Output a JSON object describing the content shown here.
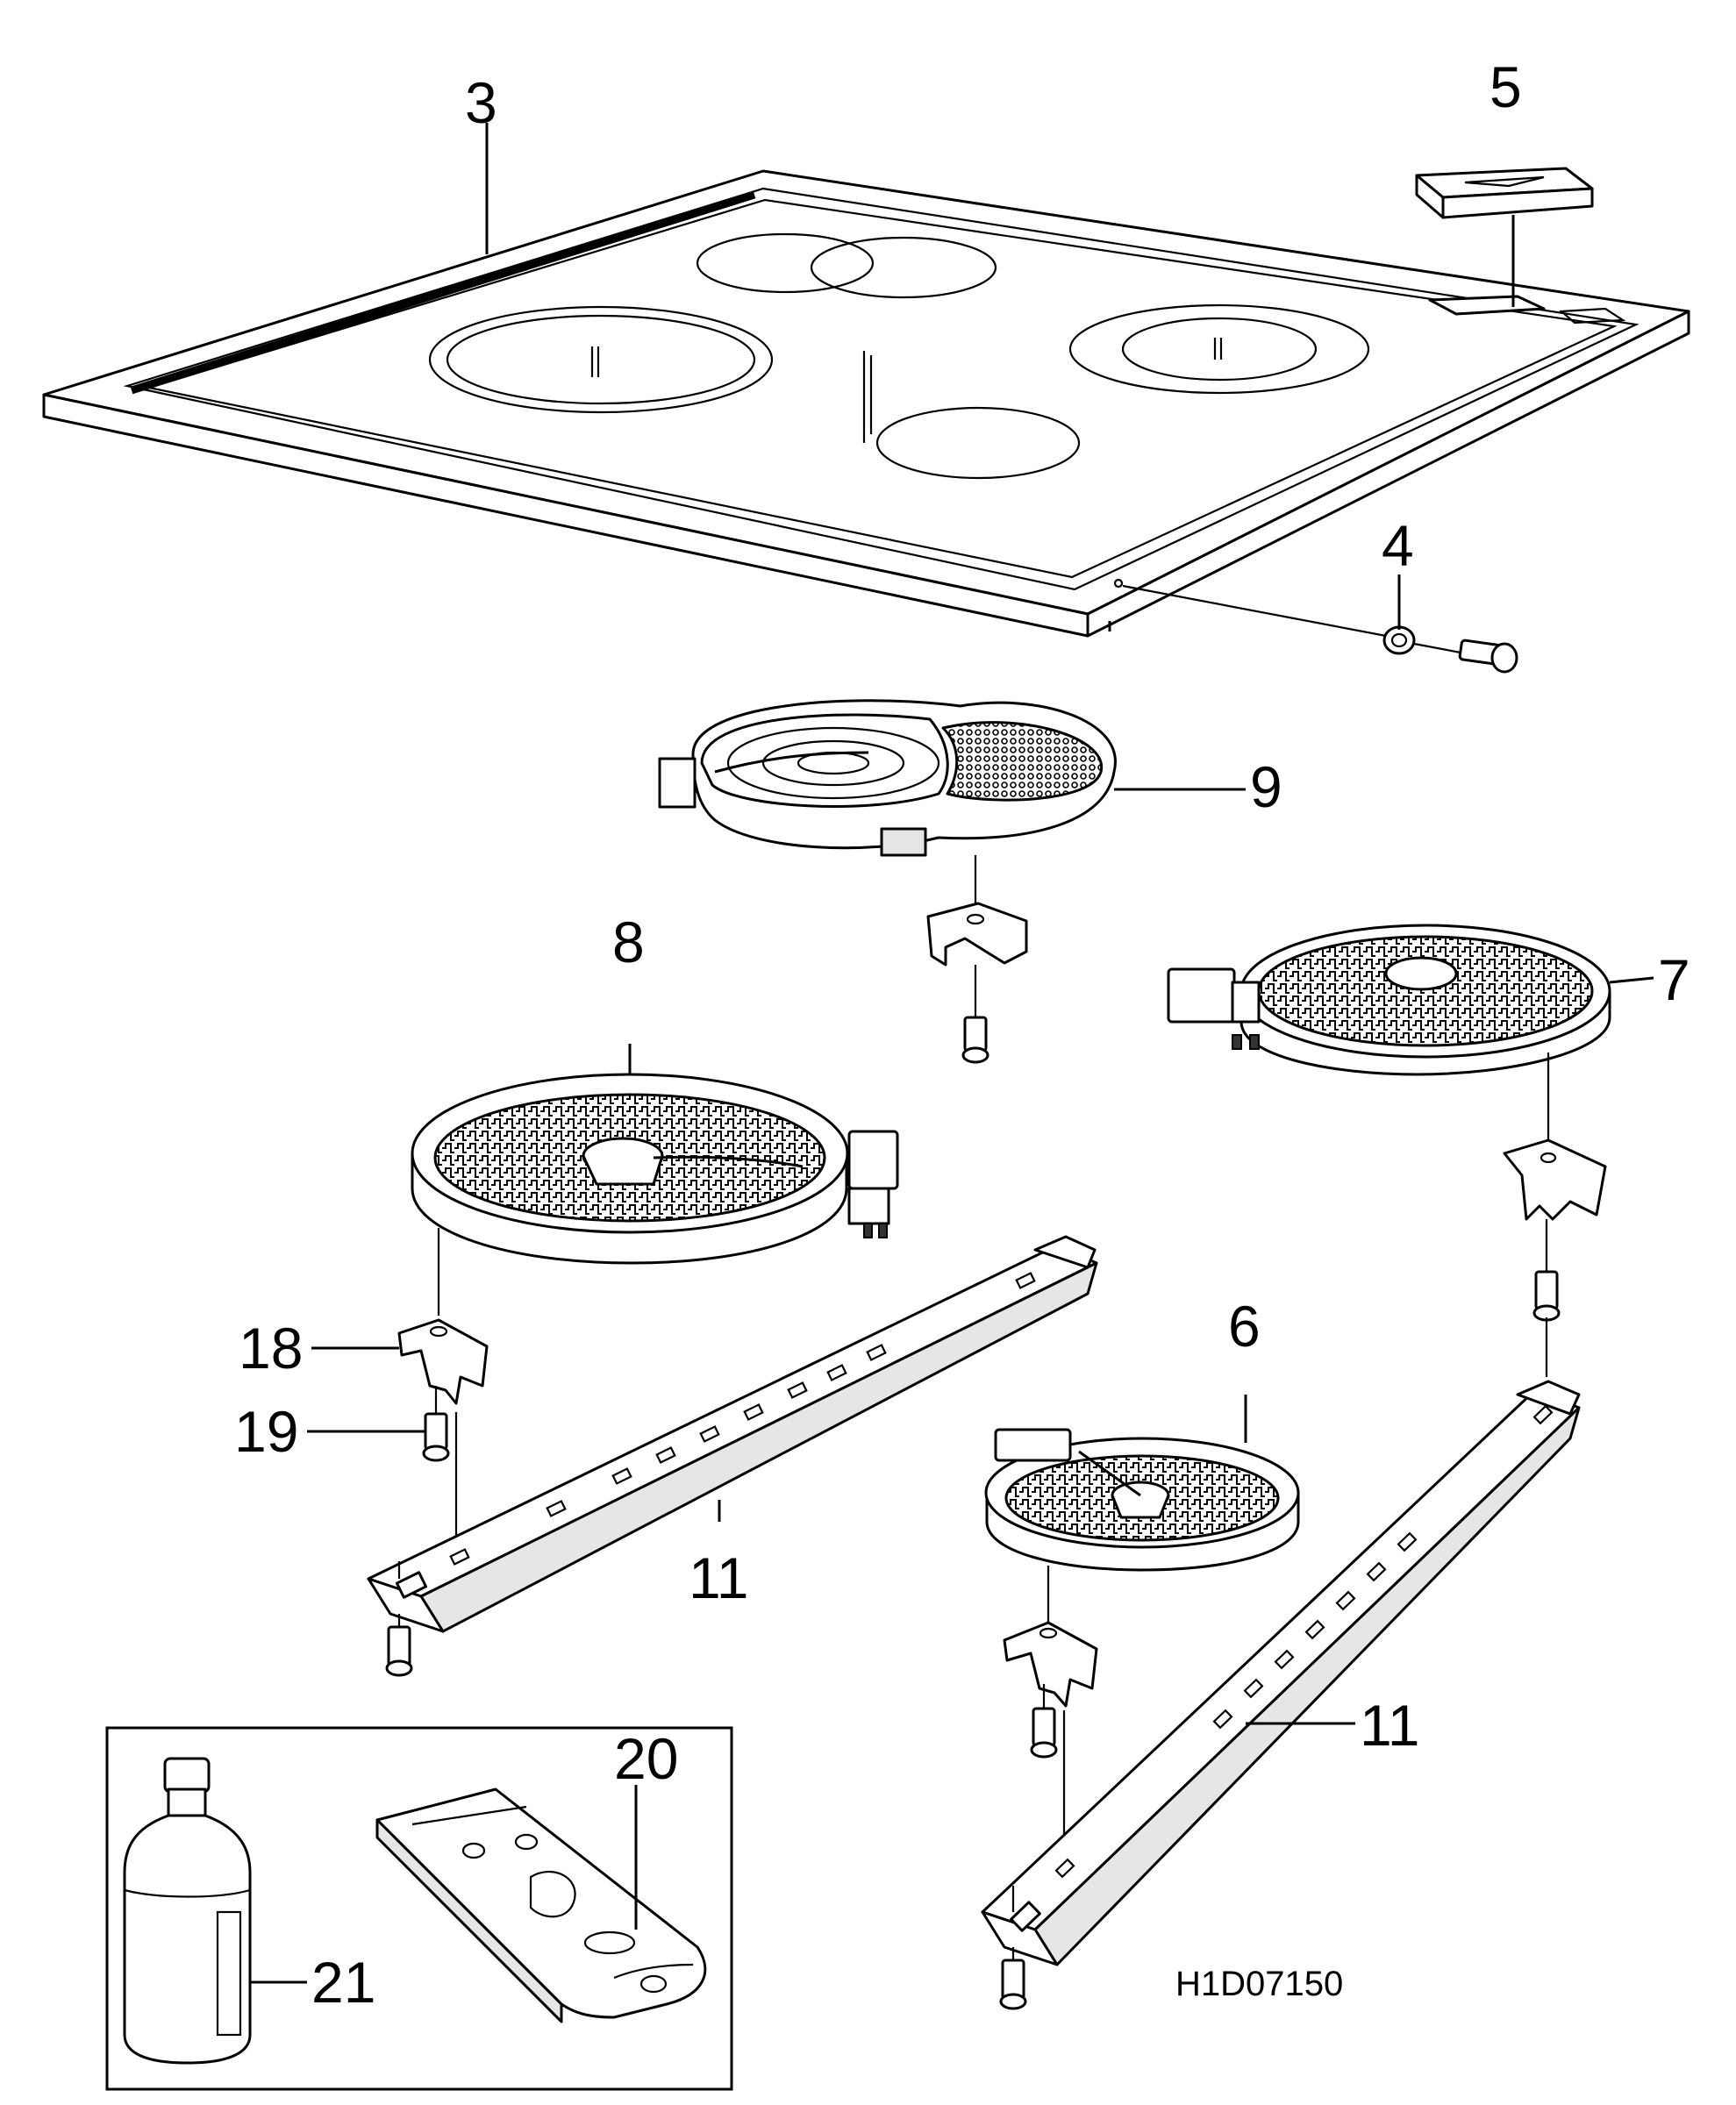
{
  "labels": {
    "p3": "3",
    "p5": "5",
    "p4": "4",
    "p9": "9",
    "p8": "8",
    "p7": "7",
    "p18": "18",
    "p19": "19",
    "p6": "6",
    "p11a": "11",
    "p11b": "11",
    "p20": "20",
    "p21": "21"
  },
  "drawing_code": "H1D07150"
}
